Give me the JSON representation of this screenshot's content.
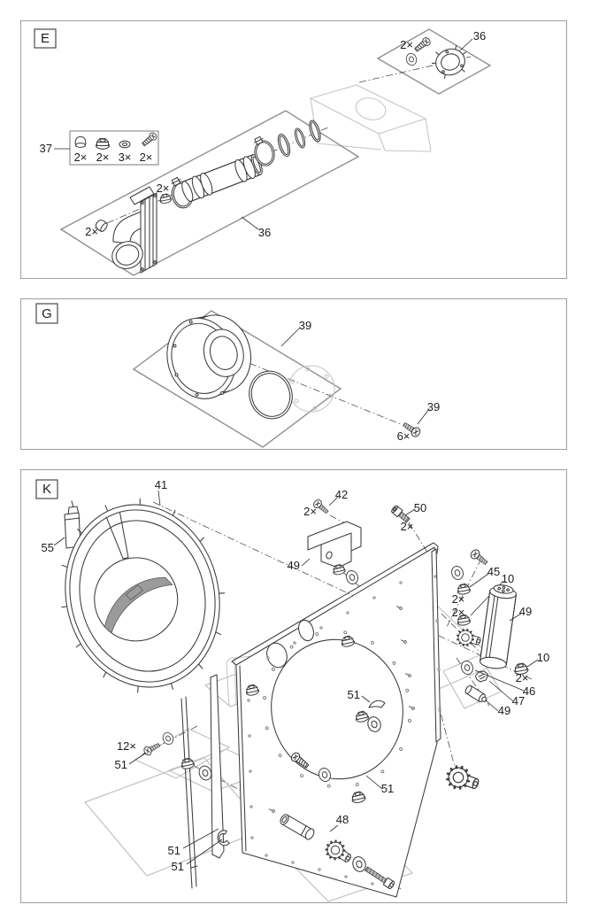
{
  "colors": {
    "background": "#ffffff",
    "line": "#3c3c3c",
    "panel_frame": "#9d9d9d",
    "assembly_frame": "#8f8f8f",
    "subassembly_frame": "#c2c2c2",
    "faint_outline": "#c6c6c6",
    "label_text": "#1c1c1c",
    "part_fill": "#9b9b9b"
  },
  "hardware_glyphs": [
    "cap-nut",
    "lock-nut",
    "washer",
    "pan-head-screw",
    "threaded-screw",
    "socket-screw",
    "o-ring",
    "hose-clamp",
    "gear",
    "c-clip",
    "pin",
    "grease-tube"
  ],
  "panels": {
    "e": {
      "letter": "E",
      "p37": "37",
      "q37_cap_nut": "2×",
      "q37_lock_nut": "2×",
      "q37_washer": "3×",
      "q37_screw": "2×",
      "q_elbow_nut": "2×",
      "q_elbow_cap": "2×",
      "p36_tube": "36",
      "q_flange_screw": "2×",
      "p36_flange": "36"
    },
    "g": {
      "letter": "G",
      "p39_assembly": "39",
      "p39_screw": "39",
      "q39_screw": "6×"
    },
    "k": {
      "letter": "K",
      "p41": "41",
      "p55": "55",
      "p42": "42",
      "q42": "2×",
      "p50": "50",
      "q50": "2×",
      "p49_bracket": "49",
      "p45": "45",
      "p10_upper": "10",
      "q45": "2×",
      "q10_upper": "2×",
      "p49_cylinder": "49",
      "p10_lower": "10",
      "q10_lower": "2×",
      "p46": "46",
      "p47": "47",
      "p49_grease": "49",
      "p51_seal": "51",
      "q12_screw": "12×",
      "p51_screw": "51",
      "p51_washer": "51",
      "p48": "48",
      "p51_strip": "51",
      "p51_clip": "51"
    }
  }
}
